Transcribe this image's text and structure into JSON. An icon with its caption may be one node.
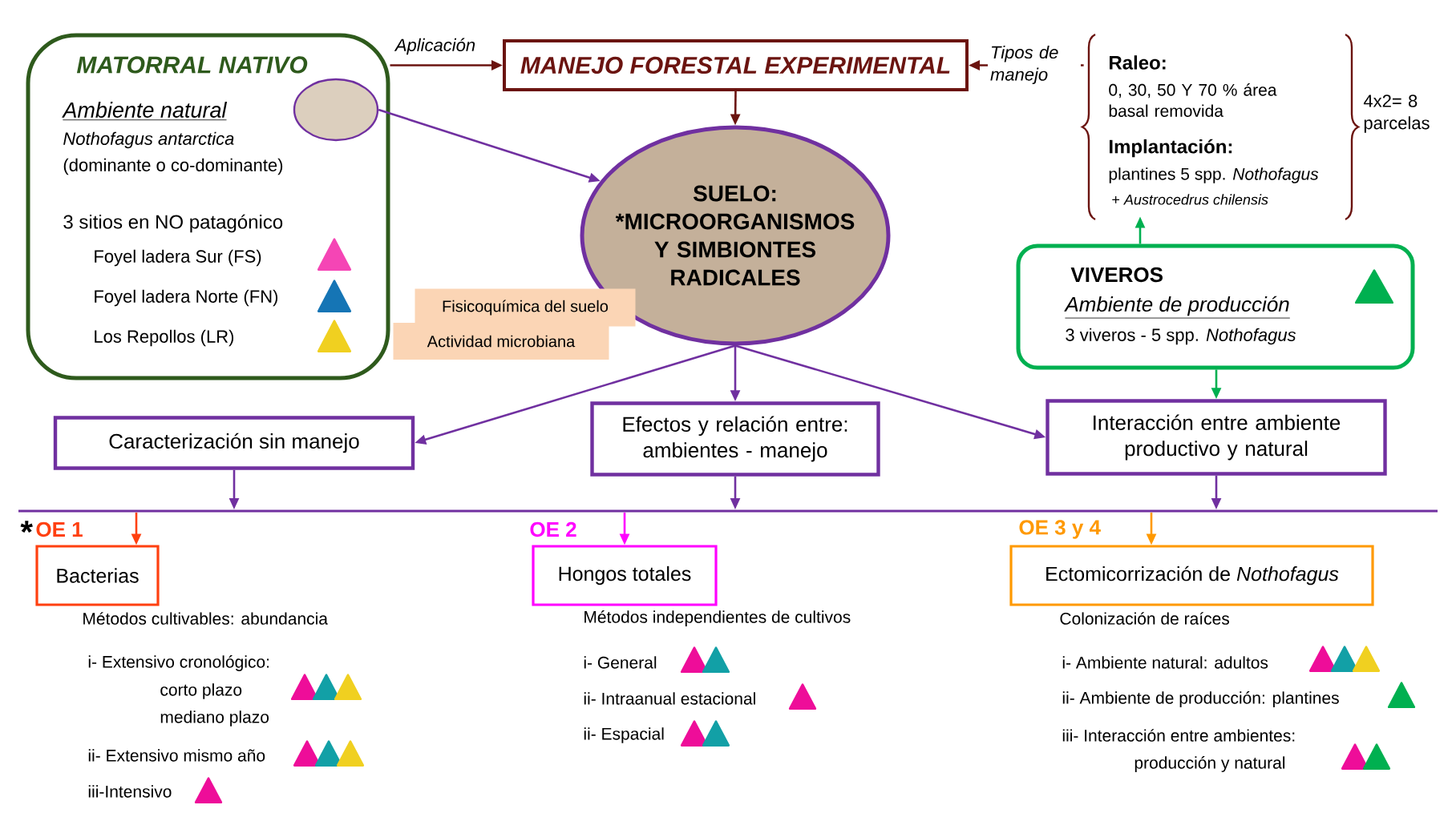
{
  "diagram": {
    "nodes": [
      {
        "text": [
          "MATORRAL NATIVO",
          "Ambiente natural",
          "Nothofagus antarctica",
          "(dominante o co-dominante)",
          "3 sitios en NO patagónico",
          "Foyel ladera Sur (FS)",
          "Foyel ladera Norte (FN)",
          "Los Repollos (LR)"
        ]
      },
      {
        "text": [],
        "shape": "circle",
        "in": 0
      },
      {
        "text": [
          "MANEJO FORESTAL EXPERIMENTAL"
        ]
      },
      {
        "text": [
          "Raleo:",
          "0, 30, 50 Y 70 % área basal removida",
          "Implantación:",
          "plantines 5 spp. *Nothofagus*",
          "+ *Austrocedrus chilensis*"
        ],
        "beside": [
          "4x2= 8 parcelas"
        ]
      },
      {
        "text": [
          "SUELO: *MICROORGANISMOS Y SIMBIONTES RADICALES"
        ]
      },
      {
        "text": [
          "Fisicoquímica del suelo"
        ]
      },
      {
        "text": [
          "Actividad microbiana"
        ]
      },
      {
        "text": [
          "VIVEROS",
          "Ambiente de producción",
          "3 viveros - 5 spp. *Nothofagus*"
        ]
      },
      {
        "text": [
          "Caracterización sin manejo"
        ]
      },
      {
        "text": [
          "Efectos y relación entre: ambientes - manejo"
        ]
      },
      {
        "text": [
          "Interacción entre ambiente productivo y natural"
        ]
      },
      {
        "text": [],
        "shape": "bar"
      },
      {
        "text": [
          "Bacterias"
        ],
        "beside": [
          "OE 1"
        ]
      },
      {
        "text": [
          "Hongos totales"
        ],
        "beside": [
          "OE 2"
        ]
      },
      {
        "text": [
          "Ectomicorrización de *Nothofagus*"
        ],
        "beside": [
          "OE 3 y 4"
        ]
      }
    ],
    "edges": [
      {
        "from": 0,
        "to": 2,
        "arrow": "to",
        "label": "Aplicación",
        "color": "#6b1410"
      },
      {
        "from": 3,
        "to": 2,
        "arrow": "to",
        "label": "Tipos de manejo",
        "color": "#6b1410"
      },
      {
        "from": 2,
        "to": 4,
        "arrow": "to",
        "color": "#6b1410"
      },
      {
        "from": 1,
        "to": 4,
        "arrow": "to"
      },
      {
        "from": 7,
        "to": 3,
        "arrow": "to",
        "color": "#00b050"
      },
      {
        "from": 7,
        "to": 10,
        "arrow": "to",
        "color": "#00b050"
      },
      {
        "from": 4,
        "to": 8,
        "arrow": "to"
      },
      {
        "from": 4,
        "to": 9,
        "arrow": "to"
      },
      {
        "from": 4,
        "to": 10,
        "arrow": "to"
      },
      {
        "from": 8,
        "to": 11,
        "arrow": "to"
      },
      {
        "from": 9,
        "to": 11,
        "arrow": "to"
      },
      {
        "from": 10,
        "to": 11,
        "arrow": "to"
      },
      {
        "from": 11,
        "to": 12,
        "arrow": "to",
        "color": "#ff4010"
      },
      {
        "from": 11,
        "to": 13,
        "arrow": "to",
        "color": "#ff00ff"
      },
      {
        "from": 11,
        "to": 14,
        "arrow": "to",
        "color": "#ff9900"
      }
    ],
    "labels": [
      "*",
      "Métodos cultivables: abundancia",
      "i- Extensivo cronológico:",
      "corto plazo",
      "mediano plazo",
      "ii- Extensivo mismo año",
      "iii-Intensivo",
      "Métodos independientes de cultivos",
      "i- General",
      "ii- Intraanual estacional",
      "ii- Espacial",
      "Colonización de raíces",
      "i- Ambiente natural: adultos",
      "ii- Ambiente de producción: plantines",
      "iii- Interacción entre ambientes:",
      "producción y natural"
    ]
  }
}
